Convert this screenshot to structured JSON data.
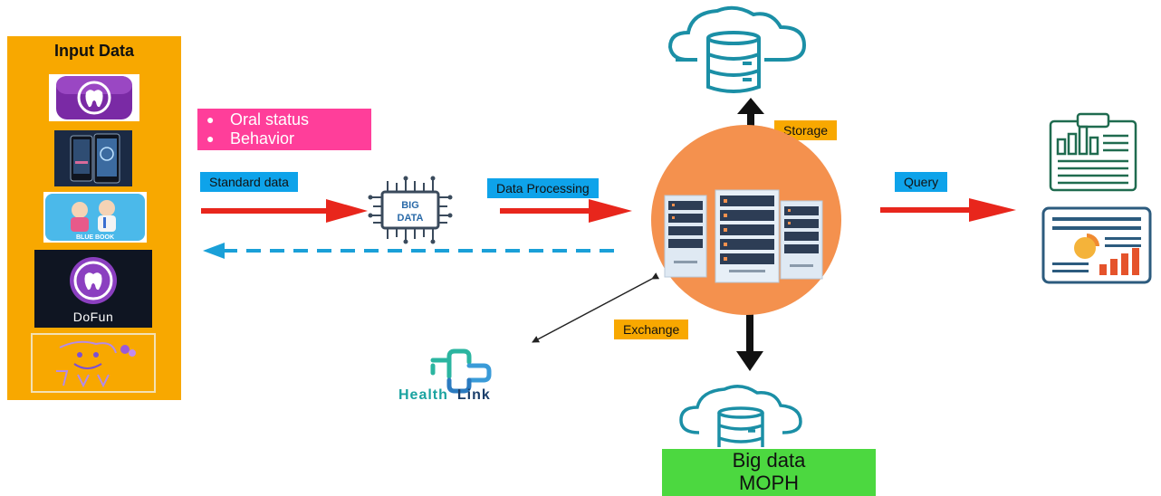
{
  "input_panel": {
    "title": "Input Data",
    "apps": [
      {
        "icon": "tooth-app-icon"
      },
      {
        "icon": "phone-app-icon"
      },
      {
        "icon": "blue-book-app-icon",
        "label": "BLUE BOOK"
      },
      {
        "icon": "dofun-app-icon",
        "label": "DoFun"
      },
      {
        "icon": "smiling-tooth-logo-icon"
      }
    ]
  },
  "data_types": [
    "Oral status",
    "Behavior"
  ],
  "labels": {
    "standard_data": "Standard  data",
    "data_processing": "Data Processing",
    "query": "Query",
    "storage": "Storage",
    "exchange": "Exchange"
  },
  "big_data_chip": {
    "text_line1": "BIG",
    "text_line2": "DATA"
  },
  "health_link": {
    "word1": "Health",
    "word2": "Link"
  },
  "moph_box": {
    "line1": "Big data",
    "line2": "MOPH"
  },
  "colors": {
    "panel": "#f8a800",
    "label_blue": "#0ea3ea",
    "label_orange": "#f8a800",
    "pink": "#ff3e9a",
    "arrow_red": "#e8261c",
    "arrow_dash": "#1aa0d8",
    "cloud": "#1b8fa6",
    "server_bg": "#f4914e",
    "moph_green": "#4cd840"
  }
}
